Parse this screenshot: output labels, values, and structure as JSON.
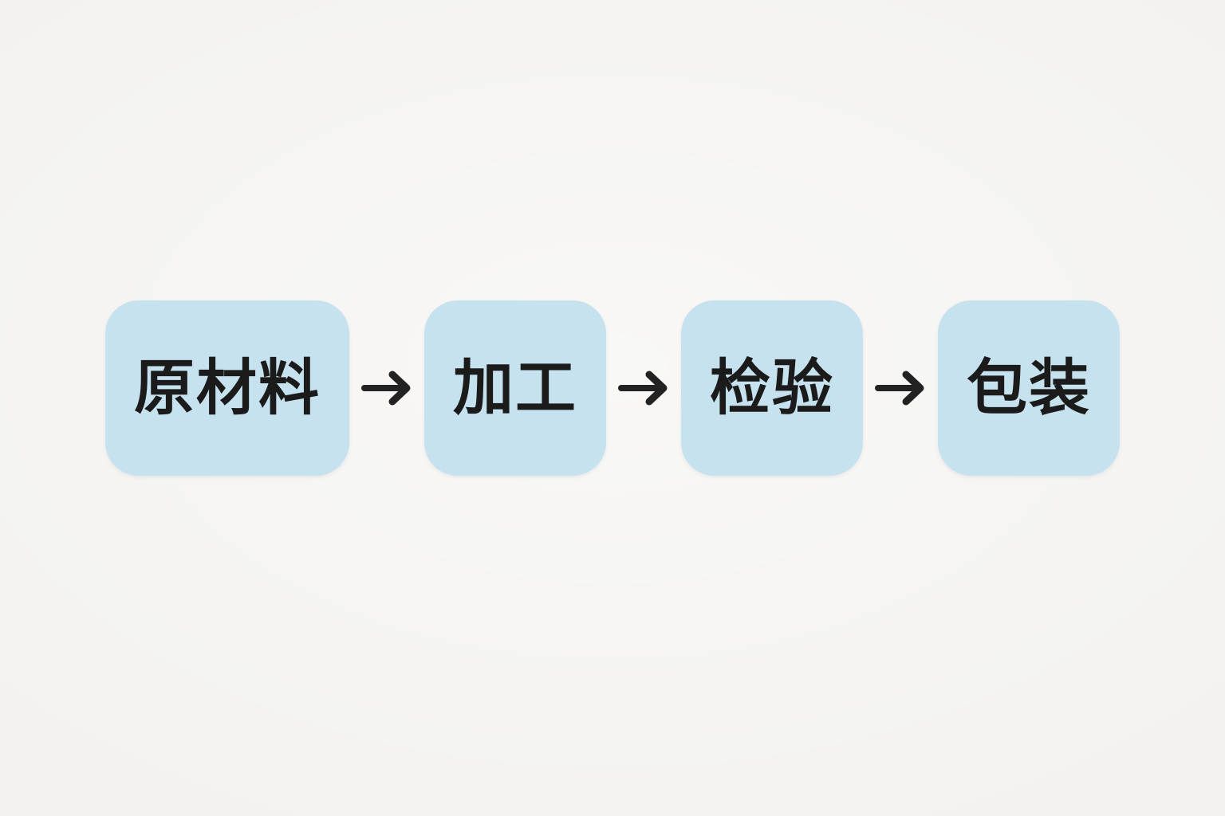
{
  "diagram": {
    "type": "flowchart",
    "direction": "left-to-right",
    "steps": [
      {
        "id": "raw-materials",
        "label": "原材料"
      },
      {
        "id": "processing",
        "label": "加工"
      },
      {
        "id": "inspection",
        "label": "检验"
      },
      {
        "id": "packaging",
        "label": "包装"
      }
    ],
    "connector": {
      "glyph": "→",
      "style": "arrow-right"
    },
    "colors": {
      "background": "#f3f2f0",
      "box_fill": "#c6e2ef",
      "text": "#1b1b1b",
      "arrow": "#222222"
    }
  }
}
